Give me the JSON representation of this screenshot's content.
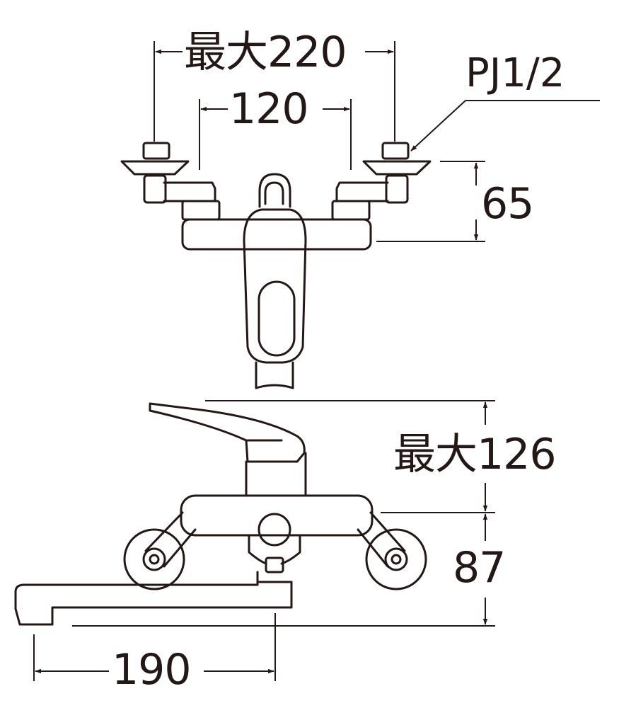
{
  "colors": {
    "line": "#231815",
    "background": "#ffffff"
  },
  "dimensions": {
    "max_width": "最大220",
    "center_width": "120",
    "thread": "PJ1/2",
    "depth": "65",
    "max_height": "最大126",
    "height": "87",
    "spout_reach": "190"
  }
}
